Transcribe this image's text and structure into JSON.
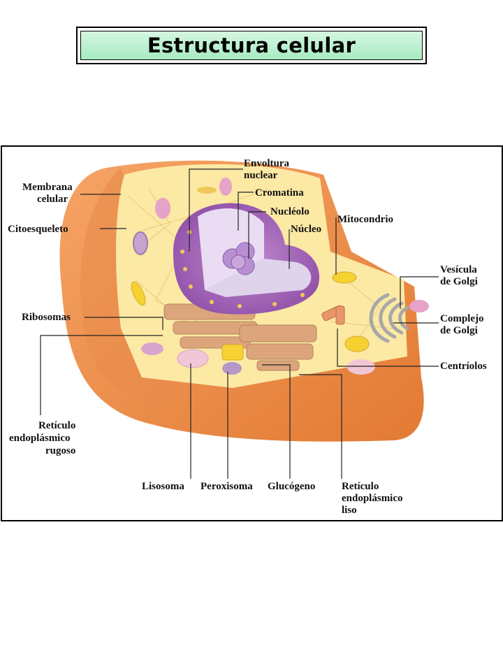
{
  "title": "Estructura celular",
  "labels": {
    "envoltura_1": "Envoltura",
    "envoltura_2": "nuclear",
    "cromatina": "Cromatina",
    "nucleolo": "Nucléolo",
    "nucleo": "Núcleo",
    "mitocondrio": "Mitocondrio",
    "membrana_1": "Membrana",
    "membrana_2": "celular",
    "citoesqueleto": "Citoesqueleto",
    "ribosomas": "Ribosomas",
    "vesicula_1": "Vesícula",
    "vesicula_2": "de Golgi",
    "complejo_1": "Complejo",
    "complejo_2": "de Golgi",
    "centriolos": "Centríolos",
    "reticulo_rugoso_1": "Retículo",
    "reticulo_rugoso_2": "endoplásmico",
    "reticulo_rugoso_3": "rugoso",
    "lisosoma": "Lisosoma",
    "peroxisoma": "Peroxisoma",
    "glucogeno": "Glucógeno",
    "reticulo_liso_1": "Retículo",
    "reticulo_liso_2": "endoplásmico",
    "reticulo_liso_3": "liso"
  },
  "colors": {
    "title_bg": "#a6ebc1",
    "membrane": "#f08f4a",
    "cytoplasm": "#fbe9a4",
    "nucleus": "#a66ab8",
    "nucleolus": "#c9a6dc",
    "mitochondria": "#f5d132",
    "lysosome": "#f1c6d6"
  }
}
